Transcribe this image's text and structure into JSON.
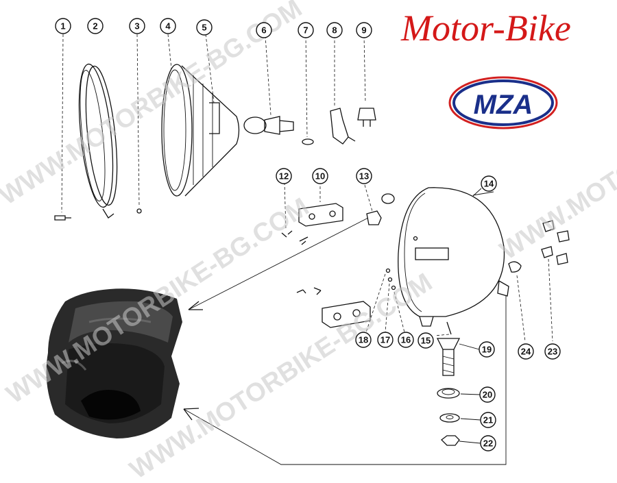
{
  "brand": {
    "title": "Motor-Bike",
    "logo_text": "MZA"
  },
  "watermark": {
    "text": "WWW.MOTORBIKE-BG.COM"
  },
  "callouts": [
    "1",
    "2",
    "3",
    "4",
    "5",
    "6",
    "7",
    "8",
    "9",
    "10",
    "12",
    "13",
    "14",
    "15",
    "16",
    "17",
    "18",
    "19",
    "20",
    "21",
    "22",
    "23",
    "24"
  ],
  "colors": {
    "brand_red": "#d41818",
    "logo_blue": "#1a2f8a",
    "logo_border": "#d22020",
    "line": "#111111"
  }
}
